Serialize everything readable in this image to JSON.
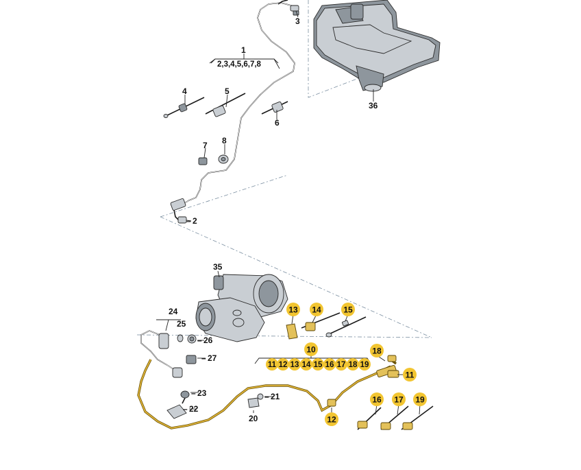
{
  "callouts": {
    "c1": "1",
    "c1_sub": "2,3,4,5,6,7,8",
    "c2": "2",
    "c3": "3",
    "c4": "4",
    "c5": "5",
    "c6": "6",
    "c7": "7",
    "c8": "8",
    "c10": "10",
    "c10_sub": [
      "11",
      "12",
      "13",
      "14",
      "15",
      "16",
      "17",
      "18",
      "19"
    ],
    "c11": "11",
    "c12": "12",
    "c13": "13",
    "c14": "14",
    "c15": "15",
    "c16": "16",
    "c17": "17",
    "c18": "18",
    "c19": "19",
    "c20": "20",
    "c21": "21",
    "c22": "22",
    "c23": "23",
    "c24": "24",
    "c25": "25",
    "c26": "26",
    "c27": "27",
    "c35": "35",
    "c36": "36"
  },
  "colors": {
    "highlight": "#f2c531",
    "ink": "#111111",
    "metal": "#c9ced3"
  }
}
